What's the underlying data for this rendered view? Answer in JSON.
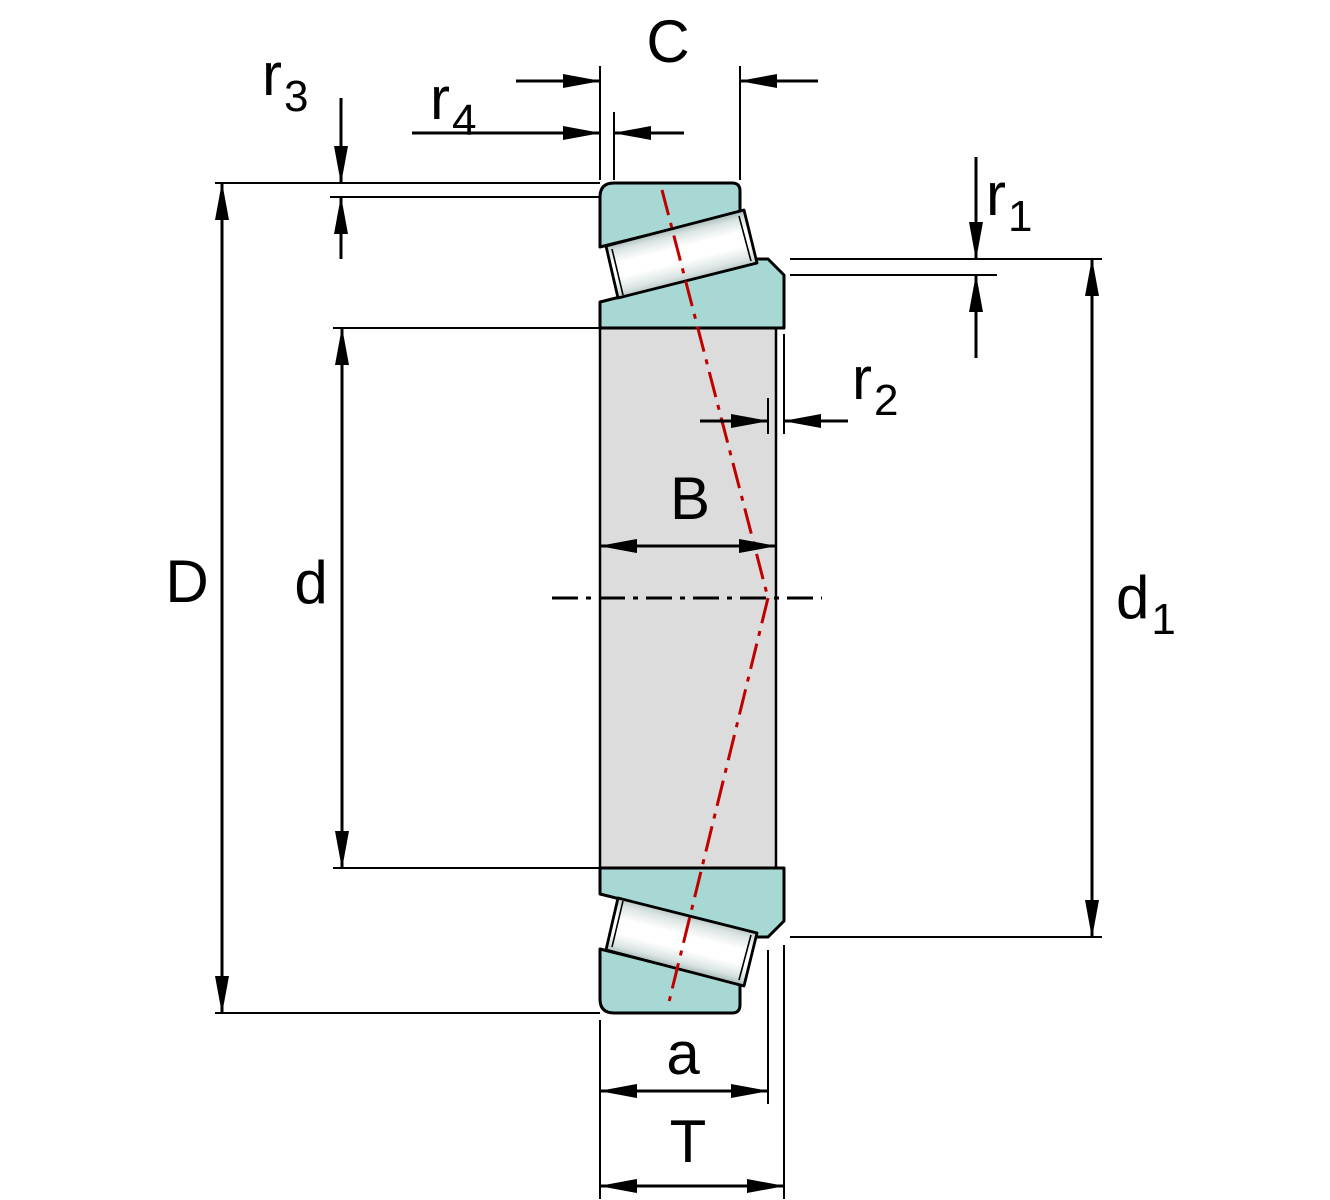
{
  "diagram": {
    "type": "engineering-drawing",
    "subject": "Tapered roller bearing cross-section dimension drawing"
  },
  "colors": {
    "ring_section_teal": "#a8d8d3",
    "bore_surface_gray": "#dcdcdc",
    "outline_black": "#000000",
    "contact_line_red": "#c00000",
    "background": "#ffffff"
  },
  "dims": {
    "D": {
      "main": "D",
      "sub": ""
    },
    "d": {
      "main": "d",
      "sub": ""
    },
    "d1": {
      "main": "d",
      "sub": "1"
    },
    "B": {
      "main": "B",
      "sub": ""
    },
    "C": {
      "main": "C",
      "sub": ""
    },
    "T": {
      "main": "T",
      "sub": ""
    },
    "a": {
      "main": "a",
      "sub": ""
    },
    "r1": {
      "main": "r",
      "sub": "1"
    },
    "r2": {
      "main": "r",
      "sub": "2"
    },
    "r3": {
      "main": "r",
      "sub": "3"
    },
    "r4": {
      "main": "r",
      "sub": "4"
    }
  }
}
